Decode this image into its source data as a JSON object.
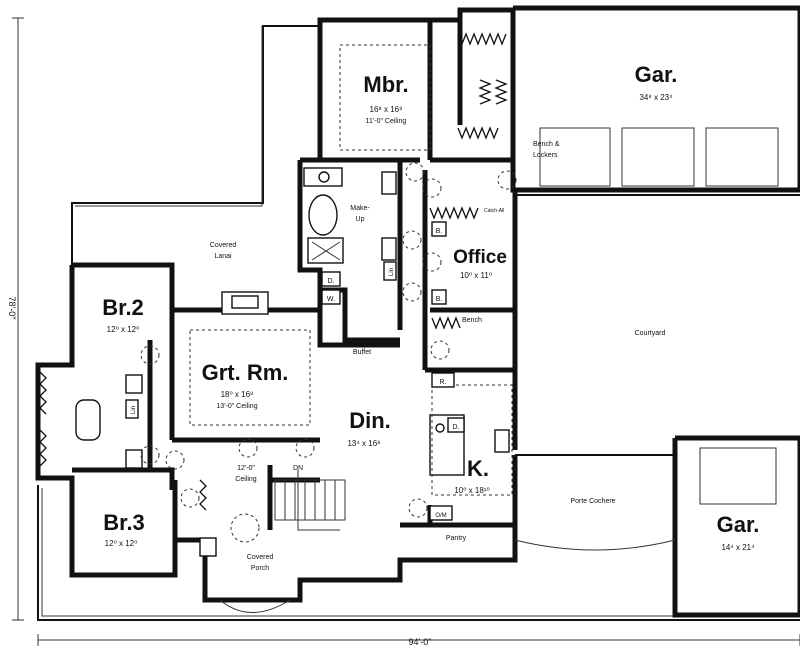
{
  "plan": {
    "rooms": {
      "mbr": {
        "name": "Mbr.",
        "dims": "16⁸ x 16⁸",
        "ceiling": "11'-0\" Ceiling"
      },
      "gar_main": {
        "name": "Gar.",
        "dims": "34⁸ x 23⁴"
      },
      "office": {
        "name": "Office",
        "dims": "10⁰ x 11⁰"
      },
      "br2": {
        "name": "Br.2",
        "dims": "12⁰ x 12⁰"
      },
      "grt_rm": {
        "name": "Grt. Rm.",
        "dims": "18⁰ x 16⁸",
        "ceiling": "13'-0\" Ceiling"
      },
      "din": {
        "name": "Din.",
        "dims": "13⁴ x 16⁸"
      },
      "kitchen": {
        "name": "K.",
        "dims": "10⁰ x 18¹⁰"
      },
      "br3": {
        "name": "Br.3",
        "dims": "12⁰ x 12⁰"
      },
      "gar_small": {
        "name": "Gar.",
        "dims": "14⁴ x 21⁴"
      }
    },
    "labels": {
      "covered_lanai_1": "Covered",
      "covered_lanai_2": "Lanai",
      "courtyard": "Courtyard",
      "porte_cochere": "Porte Cochere",
      "buffet": "Buffet",
      "pantry": "Pantry",
      "covered_porch_1": "Covered",
      "covered_porch_2": "Porch",
      "makeup_1": "Make-",
      "makeup_2": "Up",
      "bench_lockers_1": "Bench &",
      "bench_lockers_2": "Lockers",
      "catch_all": "Catch-All",
      "bench": "Bench",
      "foyer_ceiling_1": "12'-0\"",
      "foyer_ceiling_2": "Ceiling",
      "stair_dn": "DN",
      "tag_d1": "D.",
      "tag_w": "W.",
      "tag_b1": "B.",
      "tag_b2": "B.",
      "tag_r": "R.",
      "tag_d2": "D.",
      "tag_om": "O/M",
      "tag_lin1": "Lin",
      "tag_lin2": "Lin"
    },
    "dimensions": {
      "overall_width": "94'-0\"",
      "overall_depth": "78'-0\""
    }
  }
}
